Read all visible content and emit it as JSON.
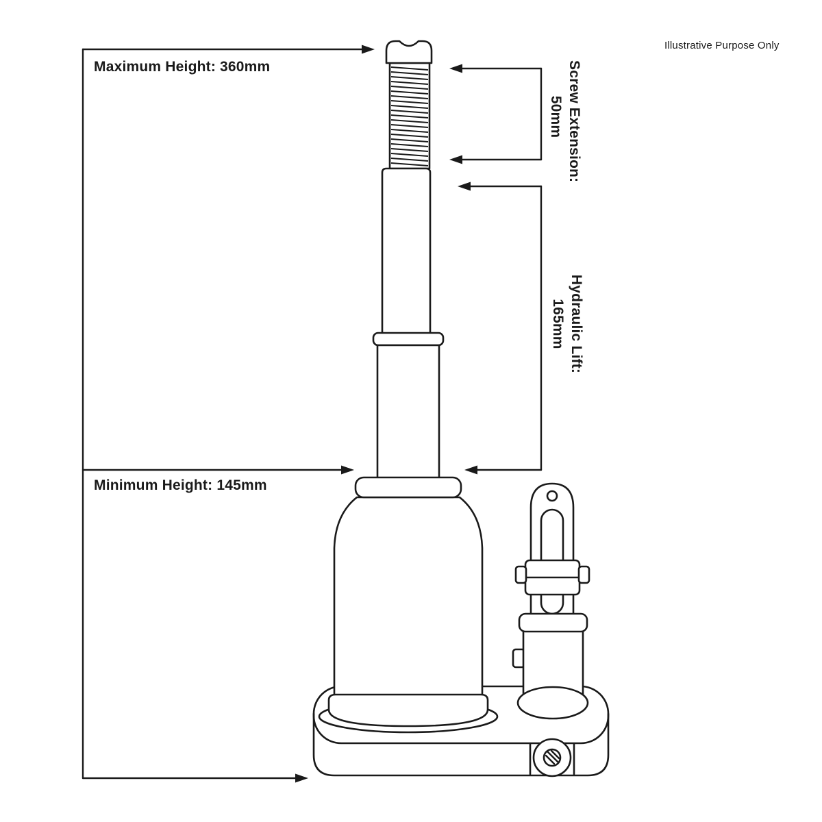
{
  "note": "Illustrative Purpose Only",
  "labels": {
    "max_height": "Maximum Height: 360mm",
    "min_height": "Minimum Height: 145mm",
    "screw_extension": {
      "line1": "Screw Extension:",
      "line2": "50mm"
    },
    "hydraulic_lift": {
      "line1": "Hydraulic Lift:",
      "line2": "165mm"
    }
  },
  "colors": {
    "ink": "#1a1a1a",
    "background": "#ffffff"
  }
}
